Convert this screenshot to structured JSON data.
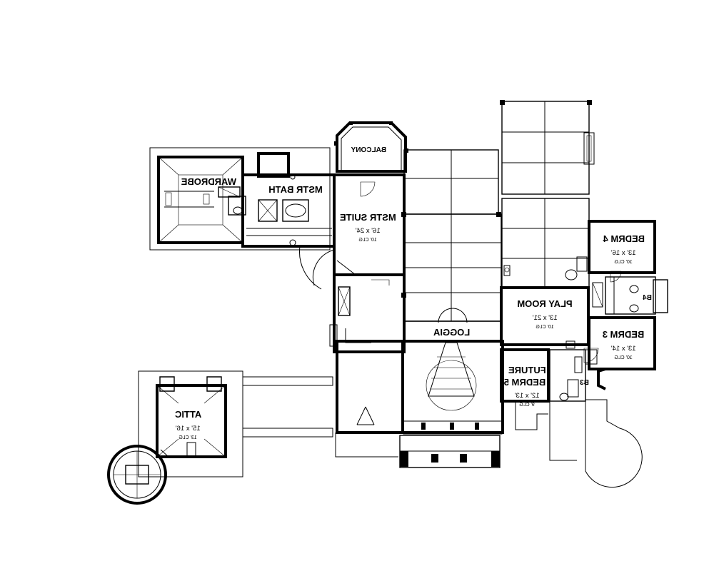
{
  "rooms": {
    "wardrobe": {
      "name": "WARDROBE"
    },
    "mstr_bath": {
      "name": "MSTR BATH"
    },
    "balcony": {
      "name": "BALCONY"
    },
    "mstr_suite": {
      "name": "MSTR SUITE",
      "dims": "16' x 24'",
      "clg": "10' CLG"
    },
    "bedrm4": {
      "name": "BEDRM 4",
      "dims": "13' x 16'",
      "clg": "10' CLG"
    },
    "b4": {
      "name": "B4"
    },
    "play_room": {
      "name": "PLAY ROOM",
      "dims": "13' x 21'",
      "clg": "10' CLG"
    },
    "bedrm3": {
      "name": "BEDRM 3",
      "dims": "13' x 14'",
      "clg": "10' CLG"
    },
    "loggia": {
      "name": "LOGGIA"
    },
    "future_bedrm5": {
      "name_line1": "FUTURE",
      "name_line2": "BEDRM 5",
      "dims": "12' x 13'",
      "clg": "9' CLG"
    },
    "b3": {
      "name": "B3"
    },
    "attic": {
      "name": "ATTIC",
      "dims": "15' x 16'",
      "clg": "13' CLG"
    }
  }
}
